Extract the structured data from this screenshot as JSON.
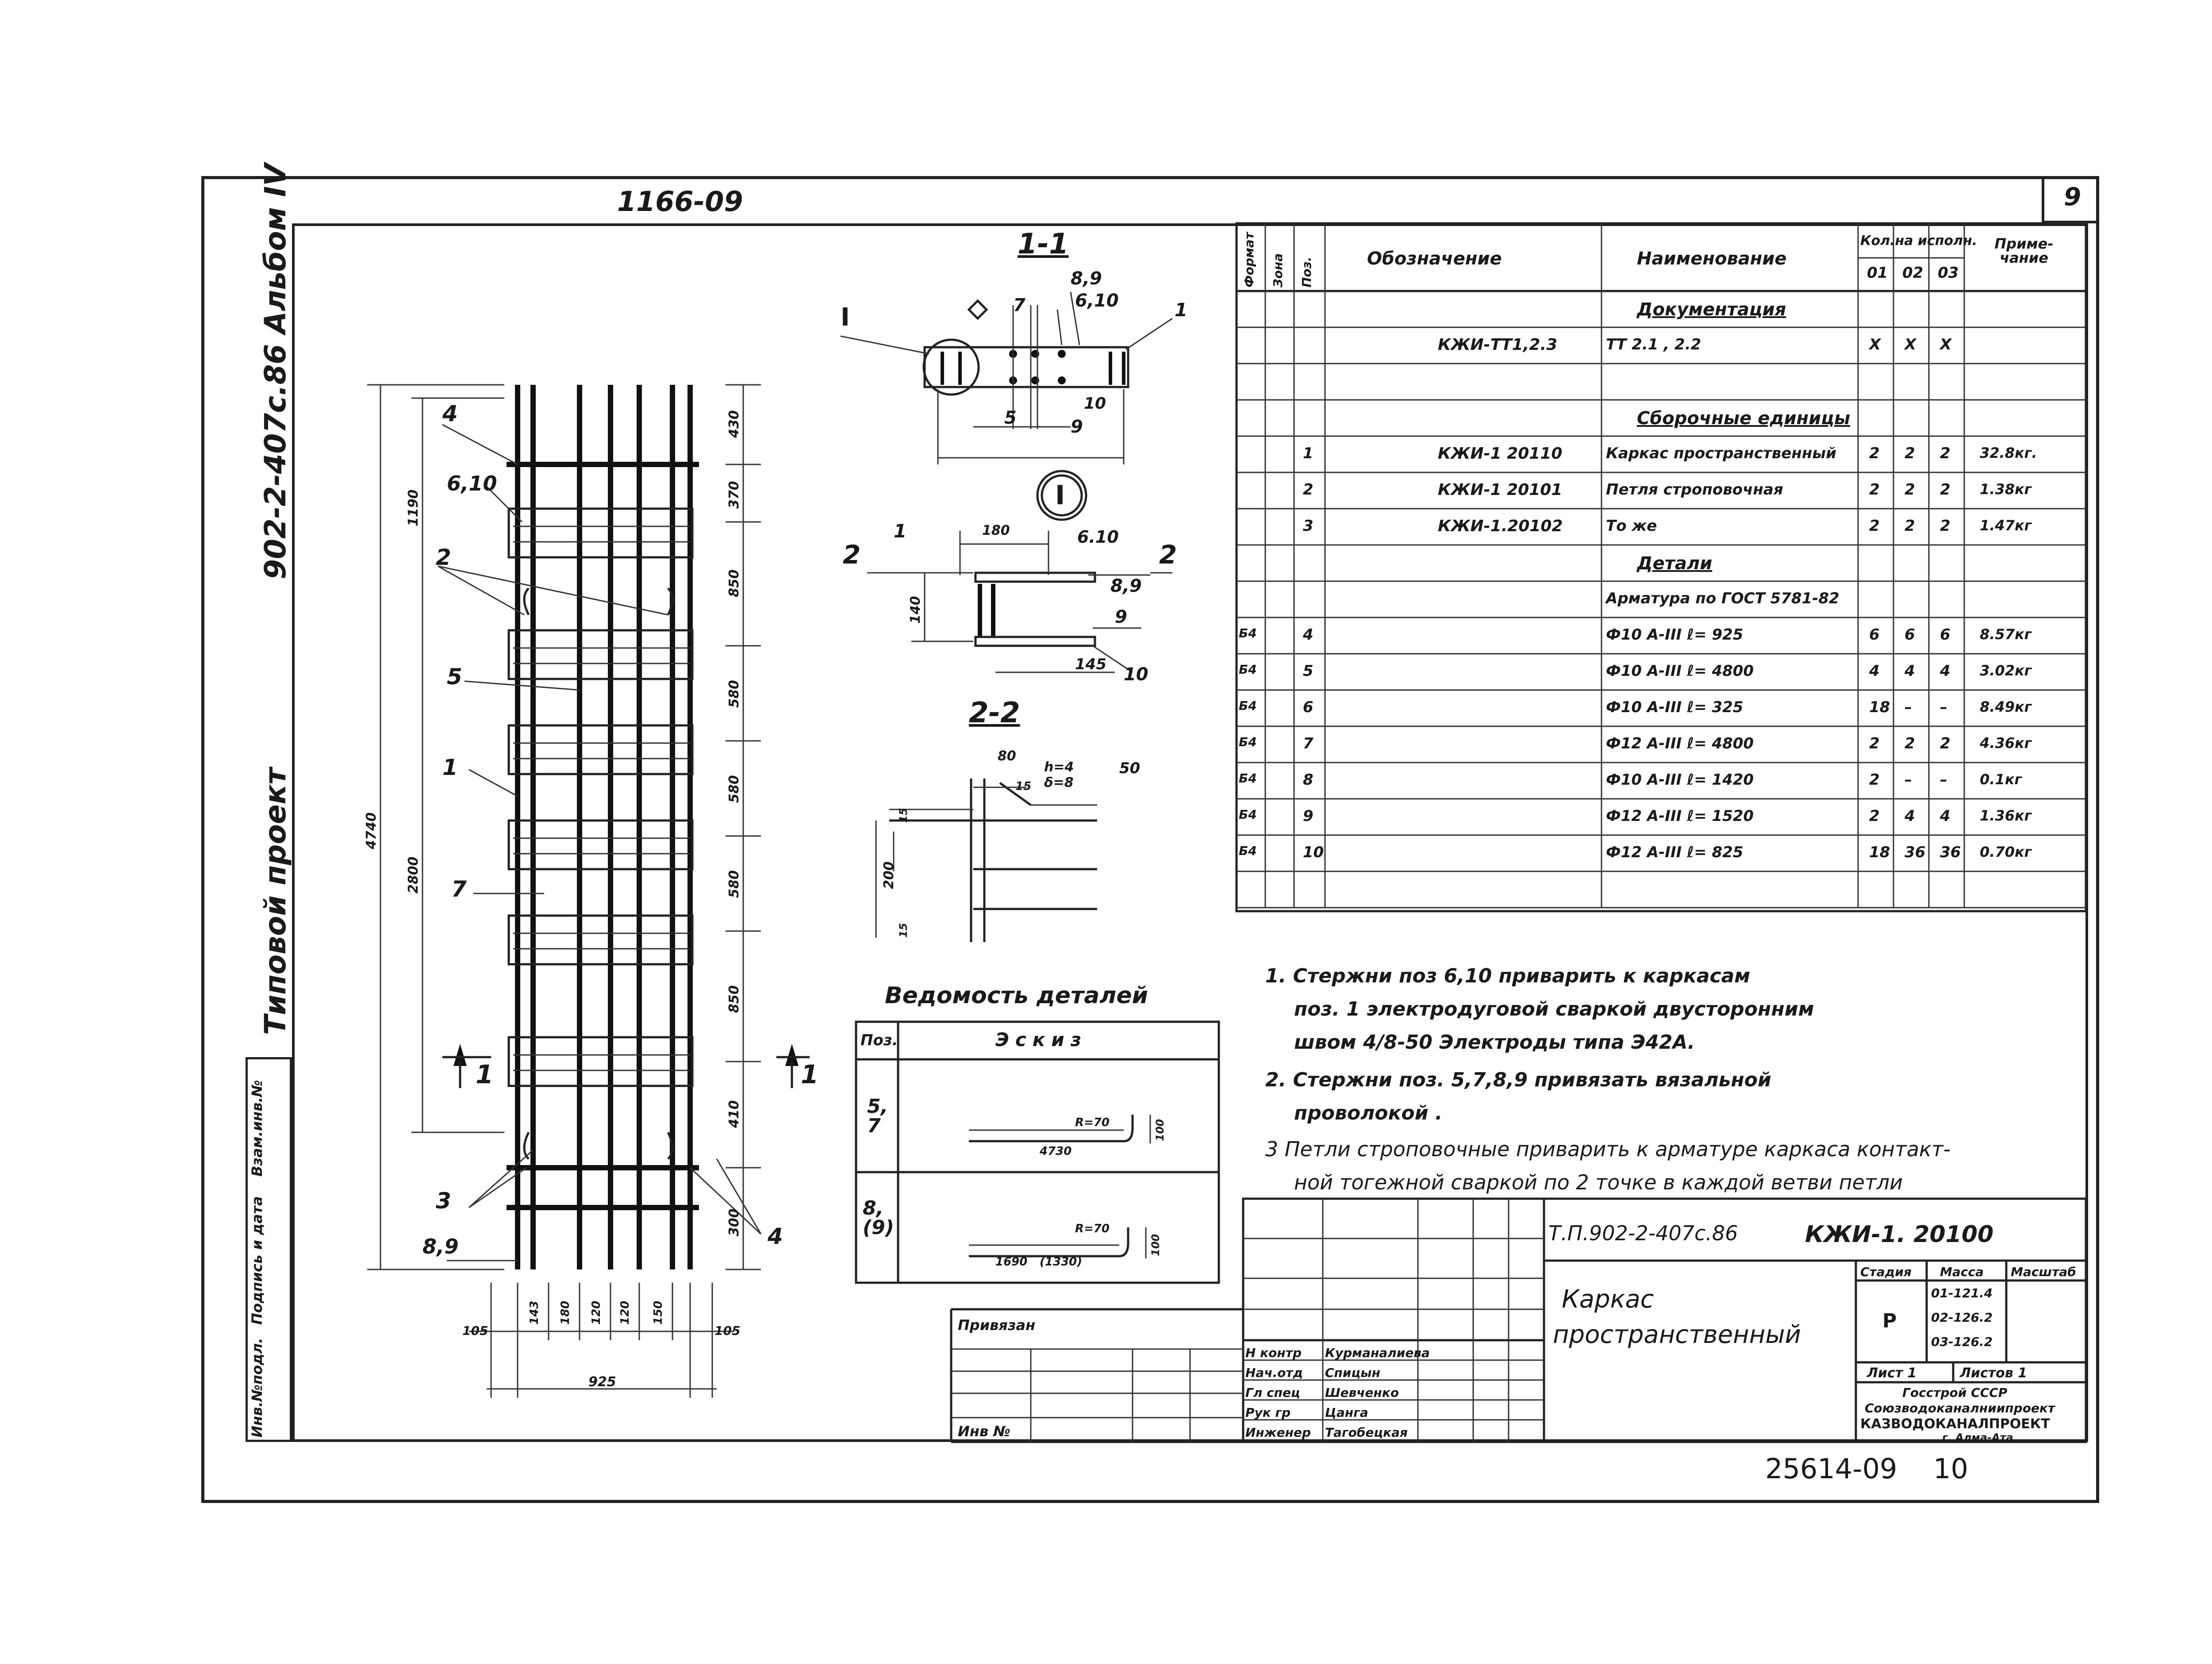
{
  "sheet": {
    "sheet_no": "9",
    "doc_code_top": "1166-09",
    "album_label": "902-2-407с.86 Альбом IV",
    "project_label": "Типовой проект",
    "bottom_code": "25614-09",
    "bottom_page": "10"
  },
  "left_stamp": {
    "inv_podl": "Инв.№подл.",
    "podpis_data": "Подпись и дата",
    "vzam_inv": "Взам.инв.№"
  },
  "drawing": {
    "section_1_1": "1-1",
    "section_2_2": "2-2",
    "section_2_mark": "2",
    "section_1_mark": "1",
    "view_I": "I",
    "callouts": {
      "c4_top": "4",
      "c6_10": "6,10",
      "c2": "2",
      "c5": "5",
      "c1": "1",
      "c7": "7",
      "c3": "3",
      "c8_9": "8,9",
      "c4_bot": "4"
    },
    "dims_vertical": [
      "430",
      "370",
      "850",
      "580",
      "580",
      "580",
      "850",
      "410",
      "300"
    ],
    "dim_1190": "1190",
    "dim_2800": "2800",
    "dim_4740": "4740",
    "dims_bottom": [
      "105",
      "143",
      "180",
      "120",
      "120",
      "150",
      "105"
    ],
    "dim_925": "925",
    "sec11_labels": {
      "a": "8,9",
      "b": "6,10",
      "c": "1",
      "d": "7",
      "e": "5",
      "f": "10",
      "g": "9",
      "h": "I"
    },
    "sec22_labels": {
      "a": "180",
      "b": "6.10",
      "c": "8,9",
      "d": "9",
      "e": "145",
      "f": "10",
      "g": "1",
      "h": "140"
    },
    "sec_I_labels": {
      "a": "80",
      "b": "h=4",
      "c": "δ=8",
      "d": "50",
      "e": "15",
      "f": "200",
      "g": "15",
      "h": "15"
    }
  },
  "details_sheet": {
    "title": "Ведомость деталей",
    "col_poz": "Поз.",
    "col_sketch": "Эскиз",
    "rows": [
      {
        "poz": "5, 7",
        "r": "R=70",
        "len": "4730",
        "h": "100"
      },
      {
        "poz": "8, (9)",
        "r": "R=70",
        "len": "1690",
        "len2": "(1330)",
        "h": "100"
      }
    ]
  },
  "spec": {
    "headers": {
      "format": "Формат",
      "zone": "Зона",
      "poz": "Поз.",
      "designation": "Обозначение",
      "name": "Наименование",
      "qty": "Кол.на исполн.",
      "q01": "01",
      "q02": "02",
      "q03": "03",
      "note": "Приме-чание"
    },
    "rows": [
      {
        "format": "",
        "poz": "",
        "designation": "",
        "name": "Документация",
        "q01": "",
        "q02": "",
        "q03": "",
        "note": "",
        "heading": true
      },
      {
        "format": "",
        "poz": "",
        "designation": "КЖИ-ТТ1,2.3",
        "name": "ТТ 2.1 , 2.2",
        "q01": "X",
        "q02": "X",
        "q03": "X",
        "note": ""
      },
      {
        "format": "",
        "poz": "",
        "designation": "",
        "name": "",
        "q01": "",
        "q02": "",
        "q03": "",
        "note": ""
      },
      {
        "format": "",
        "poz": "",
        "designation": "",
        "name": "Сборочные единицы",
        "q01": "",
        "q02": "",
        "q03": "",
        "note": "",
        "heading": true
      },
      {
        "format": "",
        "poz": "1",
        "designation": "КЖИ-1 20110",
        "name": "Каркас пространственный",
        "q01": "2",
        "q02": "2",
        "q03": "2",
        "note": "32.8кг."
      },
      {
        "format": "",
        "poz": "2",
        "designation": "КЖИ-1 20101",
        "name": "Петля строповочная",
        "q01": "2",
        "q02": "2",
        "q03": "2",
        "note": "1.38кг"
      },
      {
        "format": "",
        "poz": "3",
        "designation": "КЖИ-1.20102",
        "name": "То же",
        "q01": "2",
        "q02": "2",
        "q03": "2",
        "note": "1.47кг"
      },
      {
        "format": "",
        "poz": "",
        "designation": "",
        "name": "Детали",
        "q01": "",
        "q02": "",
        "q03": "",
        "note": "",
        "heading": true
      },
      {
        "format": "",
        "poz": "",
        "designation": "",
        "name": "Арматура по ГОСТ 5781-82",
        "q01": "",
        "q02": "",
        "q03": "",
        "note": ""
      },
      {
        "format": "Б4",
        "poz": "4",
        "designation": "",
        "name": "Ф10 А-III   ℓ= 925",
        "q01": "6",
        "q02": "6",
        "q03": "6",
        "note": "8.57кг"
      },
      {
        "format": "Б4",
        "poz": "5",
        "designation": "",
        "name": "Ф10 А-III   ℓ= 4800",
        "q01": "4",
        "q02": "4",
        "q03": "4",
        "note": "3.02кг"
      },
      {
        "format": "Б4",
        "poz": "6",
        "designation": "",
        "name": "Ф10 А-III   ℓ= 325",
        "q01": "18",
        "q02": "–",
        "q03": "–",
        "note": "8.49кг"
      },
      {
        "format": "Б4",
        "poz": "7",
        "designation": "",
        "name": "Ф12 А-III   ℓ= 4800",
        "q01": "2",
        "q02": "2",
        "q03": "2",
        "note": "4.36кг"
      },
      {
        "format": "Б4",
        "poz": "8",
        "designation": "",
        "name": "Ф10 А-III   ℓ= 1420",
        "q01": "2",
        "q02": "–",
        "q03": "–",
        "note": "0.1кг"
      },
      {
        "format": "Б4",
        "poz": "9",
        "designation": "",
        "name": "Ф12 А-III   ℓ= 1520",
        "q01": "2",
        "q02": "4",
        "q03": "4",
        "note": "1.36кг"
      },
      {
        "format": "Б4",
        "poz": "10",
        "designation": "",
        "name": "Ф12 А-III   ℓ= 825",
        "q01": "18",
        "q02": "36",
        "q03": "36",
        "note": "0.70кг"
      },
      {
        "format": "",
        "poz": "",
        "designation": "",
        "name": "",
        "q01": "",
        "q02": "",
        "q03": "",
        "note": ""
      }
    ]
  },
  "notes": {
    "n1_l1": "1. Стержни  поз 6,10  приварить  к  каркасам",
    "n1_l2": "поз. 1  электродуговой  сваркой  двусторонним",
    "n1_l3": "швом  4/8-50  Электроды  типа  Э42А.",
    "n2_l1": "2. Стержни  поз. 5,7,8,9  привязать  вязальной",
    "n2_l2": "проволокой .",
    "n3_l1": "3 Петли  строповочные  приварить  к  арматуре  каркаса  контакт-",
    "n3_l2": "ной  тогежной  сваркой  по 2 точке  в каждой  ветви  петли"
  },
  "title_block": {
    "tp_code": "Т.П.902-2-407с.86",
    "doc_code": "КЖИ-1. 20100",
    "title_l1": "Каркас",
    "title_l2": "пространственный",
    "stage_h": "Стадия",
    "mass_h": "Масса",
    "scale_h": "Масштаб",
    "stage": "Р",
    "mass_1": "01-121.4",
    "mass_2": "02-126.2",
    "mass_3": "03-126.2",
    "sheet_h": "Лист 1",
    "sheets_h": "Листов 1",
    "org_l1": "Госстрой СССР",
    "org_l2": "Союзводоканалниипроект",
    "org_l3": "КАЗВОДОКАНАЛПРОЕКТ",
    "org_l4": "г. Алма-Ата",
    "privyazan": "Привязан",
    "inv_no": "Инв №",
    "roles": [
      {
        "role": "Н контр",
        "name": "Курманалиева",
        "sign": "",
        "date": ""
      },
      {
        "role": "Нач.отд",
        "name": "Спицын",
        "sign": "",
        "date": ""
      },
      {
        "role": "Гл спец",
        "name": "Шевченко",
        "sign": "",
        "date": ""
      },
      {
        "role": "Рук гр",
        "name": "Цанга",
        "sign": "",
        "date": ""
      },
      {
        "role": "Инженер",
        "name": "Тагобецкая",
        "sign": "",
        "date": ""
      }
    ]
  }
}
